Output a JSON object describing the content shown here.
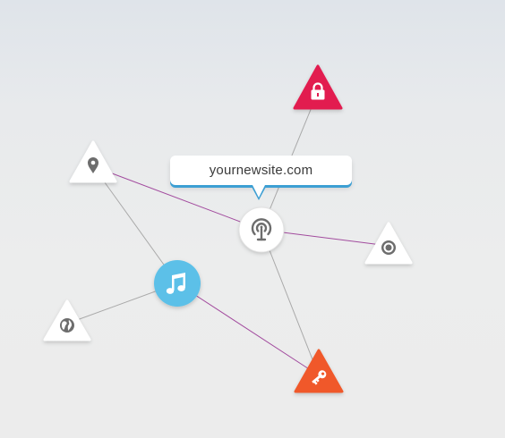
{
  "tooltip": {
    "text": "yournewsite.com"
  },
  "colors": {
    "background_top": "#dfe4ea",
    "background_bottom": "#ececec",
    "line_gray": "#a9a9a9",
    "line_purple": "#a24b9e",
    "lock_red": "#e21c50",
    "key_orange": "#f0592a",
    "music_blue": "#5bc0e8",
    "icon_gray": "#6d6d6d",
    "tooltip_accent": "#3d9fd3"
  },
  "nodes": [
    {
      "id": "lock",
      "icon": "lock-icon",
      "shape": "triangle",
      "fill": "lock_red"
    },
    {
      "id": "pin",
      "icon": "location-pin-icon",
      "shape": "triangle",
      "fill": "white"
    },
    {
      "id": "broadcast",
      "icon": "broadcast-tower-icon",
      "shape": "circle",
      "fill": "white"
    },
    {
      "id": "target",
      "icon": "target-icon",
      "shape": "triangle",
      "fill": "white"
    },
    {
      "id": "music",
      "icon": "music-note-icon",
      "shape": "circle",
      "fill": "music_blue"
    },
    {
      "id": "globe",
      "icon": "globe-icon",
      "shape": "triangle",
      "fill": "white"
    },
    {
      "id": "key",
      "icon": "key-icon",
      "shape": "triangle",
      "fill": "key_orange"
    }
  ],
  "links": [
    {
      "from": "lock",
      "to": "broadcast",
      "color": "line_gray"
    },
    {
      "from": "pin",
      "to": "broadcast",
      "color": "line_purple"
    },
    {
      "from": "pin",
      "to": "music",
      "color": "line_gray"
    },
    {
      "from": "broadcast",
      "to": "target",
      "color": "line_purple"
    },
    {
      "from": "broadcast",
      "to": "key",
      "color": "line_gray"
    },
    {
      "from": "music",
      "to": "globe",
      "color": "line_gray"
    },
    {
      "from": "music",
      "to": "key",
      "color": "line_purple"
    }
  ]
}
